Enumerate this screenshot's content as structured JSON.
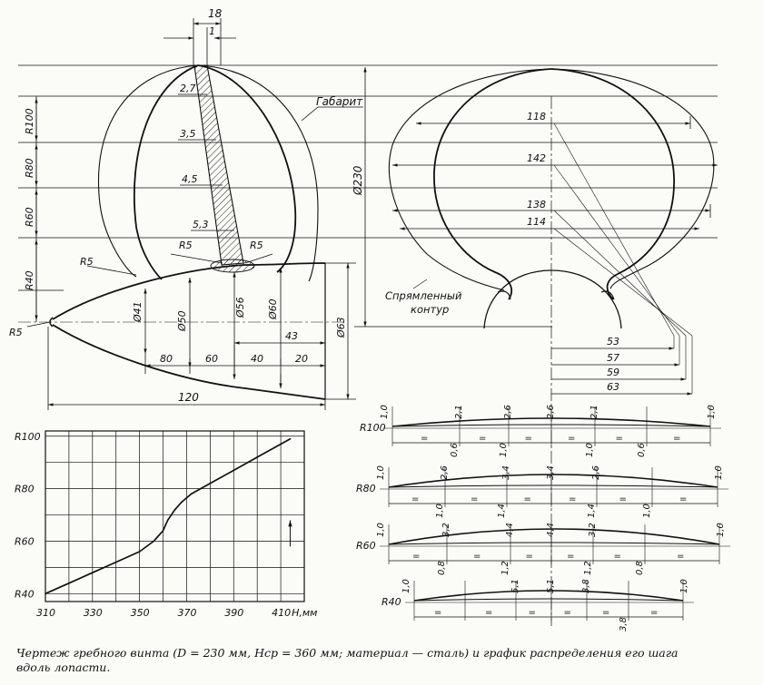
{
  "caption": {
    "line1": "Чертеж гребного винта (D = 230 мм, Hср = 360 мм; материал — сталь) и график распределения его шага",
    "line2": "вдоль лопасти."
  },
  "labels": {
    "gabarit": "Габарит",
    "straightened_line1": "Спрямленный",
    "straightened_line2": "контур",
    "d230": "Ø230"
  },
  "top_dims": {
    "d18": "18",
    "d1": "1"
  },
  "thickness_labels": [
    "2,7",
    "3,5",
    "4,5",
    "5,3"
  ],
  "radius_left": [
    "R100",
    "R80",
    "R60",
    "R40"
  ],
  "fillets": {
    "r5_left": "R5",
    "r5_mid_left": "R5",
    "r5_mid_right": "R5",
    "r5_tip": "R5"
  },
  "hub": {
    "diameters": [
      "Ø41",
      "Ø50",
      "Ø56",
      "Ø60",
      "Ø63"
    ],
    "lengths": [
      "80",
      "60",
      "40",
      "20",
      "43",
      "120"
    ]
  },
  "chord_widths": [
    "118",
    "142",
    "138",
    "114"
  ],
  "offsets": [
    "53",
    "57",
    "59",
    "63"
  ],
  "sections": [
    {
      "name": "R100",
      "top": [
        "1,0",
        "2,1",
        "2,6",
        "2,6",
        "2,1",
        "1,0"
      ],
      "bottom": [
        "0,6",
        "1,0",
        "1,0",
        "0,6"
      ]
    },
    {
      "name": "R80",
      "top": [
        "1,0",
        "2,6",
        "3,4",
        "3,4",
        "2,6",
        "1,0"
      ],
      "bottom": [
        "1,0",
        "1,4",
        "1,4",
        "1,0"
      ]
    },
    {
      "name": "R60",
      "top": [
        "1,0",
        "3,2",
        "4,4",
        "4,4",
        "3,2",
        "1,0"
      ],
      "bottom": [
        "0,8",
        "1,2",
        "1,2",
        "0,8"
      ]
    },
    {
      "name": "R40",
      "top": [
        "1,0",
        "5,1",
        "5,1",
        "3,8",
        "1,0"
      ],
      "bottom": [
        "3,8"
      ]
    }
  ],
  "chart_data": {
    "type": "line",
    "x": [
      310,
      320,
      330,
      340,
      350,
      356,
      360,
      362,
      365,
      368,
      372,
      380,
      390,
      400,
      410,
      414
    ],
    "y": [
      40,
      44,
      48,
      52,
      56,
      60,
      64,
      68,
      72,
      75,
      78,
      82,
      87,
      92,
      97,
      99
    ],
    "xticks": [
      "310",
      "330",
      "350",
      "370",
      "390",
      "410"
    ],
    "xlabel": "H,мм",
    "yticks": [
      "R100",
      "R80",
      "R60",
      "R40"
    ],
    "xlim": [
      310,
      420
    ],
    "ylim": [
      37,
      102
    ],
    "grid": true
  }
}
